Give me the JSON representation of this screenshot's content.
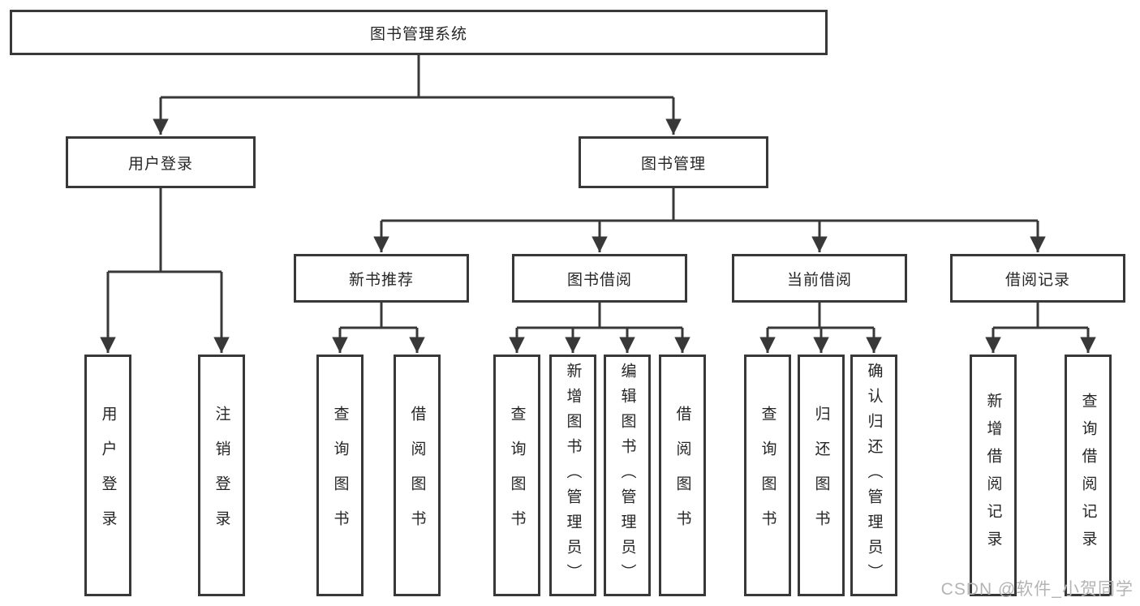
{
  "tree": {
    "label": "图书管理系统",
    "children": [
      {
        "label": "用户登录",
        "children": [
          {
            "label": "用户登录"
          },
          {
            "label": "注销登录"
          }
        ]
      },
      {
        "label": "图书管理",
        "children": [
          {
            "label": "新书推荐",
            "children": [
              {
                "label": "查询图书"
              },
              {
                "label": "借阅图书"
              }
            ]
          },
          {
            "label": "图书借阅",
            "children": [
              {
                "label": "查询图书"
              },
              {
                "label": "新增图书（管理员）"
              },
              {
                "label": "编辑图书（管理员）"
              },
              {
                "label": "借阅图书"
              }
            ]
          },
          {
            "label": "当前借阅",
            "children": [
              {
                "label": "查询图书"
              },
              {
                "label": "归还图书"
              },
              {
                "label": "确认归还（管理员）"
              }
            ]
          },
          {
            "label": "借阅记录",
            "children": [
              {
                "label": "新增借阅记录"
              },
              {
                "label": "查询借阅记录"
              }
            ]
          }
        ]
      }
    ]
  },
  "watermark": {
    "text": "CSDN @软件_小贺同学"
  },
  "colors": {
    "line": "#383838",
    "text": "#262626",
    "watermark": "#b4b4b4",
    "background": "#ffffff"
  }
}
